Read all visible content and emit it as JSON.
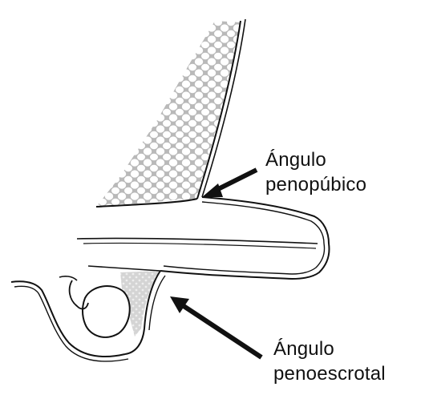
{
  "labels": {
    "penopubic": {
      "line1": "Ángulo",
      "line2": "penopúbico"
    },
    "penoscrotal": {
      "line1": "Ángulo",
      "line2": "penoescrotal"
    }
  },
  "colors": {
    "outline": "#111111",
    "skin_fill": "#ffffff",
    "hair_shading": "#b9b9b9",
    "hair_cells": "#ffffff"
  }
}
